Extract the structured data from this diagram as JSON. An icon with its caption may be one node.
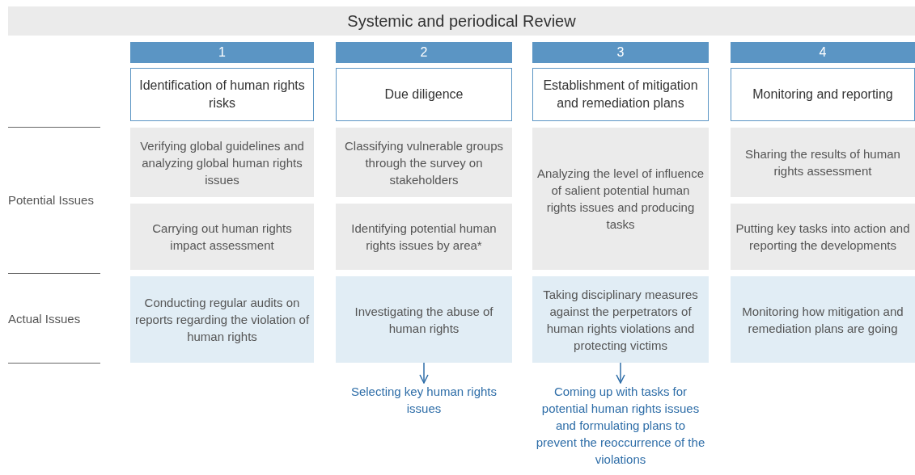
{
  "diagram": {
    "nodes": [
      {
        "text": [
          "Systemic and periodical Review"
        ]
      },
      {
        "text": [
          "1"
        ]
      },
      {
        "text": [
          "2"
        ]
      },
      {
        "text": [
          "3"
        ]
      },
      {
        "text": [
          "4"
        ]
      },
      {
        "text": [
          "Identification of human rights risks"
        ]
      },
      {
        "text": [
          "Due diligence"
        ]
      },
      {
        "text": [
          "Establishment of mitigation and remediation plans"
        ]
      },
      {
        "text": [
          "Monitoring and reporting"
        ]
      },
      {
        "text": [
          "Verifying global guidelines and analyzing global human rights issues"
        ]
      },
      {
        "text": [
          "Classifying vulnerable groups through the survey on stakeholders"
        ]
      },
      {
        "text": [
          "Analyzing the level of influence of salient potential human rights issues and producing tasks"
        ]
      },
      {
        "text": [
          "Sharing the results of human rights assessment"
        ]
      },
      {
        "text": [
          "Carrying out human rights impact assessment"
        ]
      },
      {
        "text": [
          "Identifying potential human rights issues by area*"
        ]
      },
      {
        "text": [
          "Putting key tasks into action and reporting the developments"
        ]
      },
      {
        "text": [
          "Conducting regular audits on reports regarding the violation of human rights"
        ]
      },
      {
        "text": [
          "Investigating the abuse of human rights"
        ]
      },
      {
        "text": [
          "Taking disciplinary measures against the perpetrators of human rights violations and protecting victims"
        ]
      },
      {
        "text": [
          "Monitoring how mitigation and remediation plans are going"
        ]
      },
      {
        "text": [
          "Selecting key human rights issues"
        ]
      },
      {
        "text": [
          "Coming up with tasks for potential human rights issues and formulating plans to prevent the reoccurrence of the violations"
        ]
      }
    ],
    "edges": [
      {
        "from": 17,
        "to": 20,
        "arrow": "to"
      },
      {
        "from": 18,
        "to": 21,
        "arrow": "to"
      }
    ],
    "labels": [
      "Potential Issues",
      "Actual Issues"
    ]
  }
}
